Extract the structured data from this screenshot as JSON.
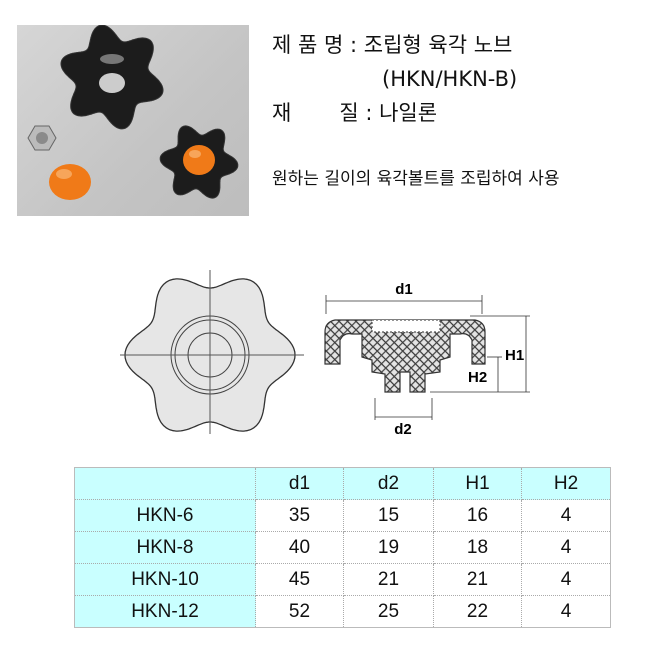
{
  "product": {
    "name_label": "제 품 명",
    "name_value": "조립형 육각 노브",
    "name_code": "(HKN/HKN-B)",
    "material_label_1": "재",
    "material_label_2": "질",
    "separator": ":",
    "material_value": "나일론",
    "description": "원하는 길이의 육각볼트를 조립하여 사용"
  },
  "drawing": {
    "labels": {
      "d1": "d1",
      "d2": "d2",
      "H1": "H1",
      "H2": "H2"
    }
  },
  "spec_table": {
    "headers": [
      "",
      "d1",
      "d2",
      "H1",
      "H2"
    ],
    "rows": [
      [
        "HKN-6",
        "35",
        "15",
        "16",
        "4"
      ],
      [
        "HKN-8",
        "40",
        "19",
        "18",
        "4"
      ],
      [
        "HKN-10",
        "45",
        "21",
        "21",
        "4"
      ],
      [
        "HKN-12",
        "52",
        "25",
        "22",
        "4"
      ]
    ]
  },
  "colors": {
    "header_bg": "#c9ffff",
    "knob": "#1a1a1a",
    "cap": "#f07a18"
  }
}
